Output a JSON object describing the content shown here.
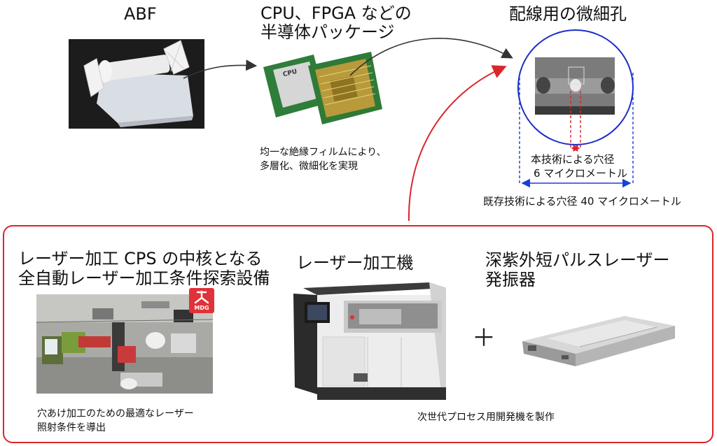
{
  "top": {
    "abf_title": "ABF",
    "package_title_line1": "CPU、FPGA などの",
    "package_title_line2": "半導体パッケージ",
    "hole_title": "配線用の微細孔",
    "cpu_caption_line1": "均一な絶縁フィルムにより、",
    "cpu_caption_line2": "多層化、微細化を実現",
    "chip_label": "CPU",
    "new_hole_line1": "本技術による穴径",
    "new_hole_line2": "6 マイクロメートル",
    "old_hole_label": "既存技術による穴径 40 マイクロメートル"
  },
  "bottom": {
    "equipment_title_line1": "レーザー加工 CPS の中核となる",
    "equipment_title_line2": "全自動レーザー加工条件探索設備",
    "badge_label": "MDG",
    "equipment_caption_line1": "穴あけ加工のための最適なレーザー",
    "equipment_caption_line2": "照射条件を導出",
    "machine_title": "レーザー加工機",
    "plus_sign": "＋",
    "laser_title_line1": "深紫外短パルスレーザー",
    "laser_title_line2": "発振器",
    "machine_caption": "次世代プロセス用開発機を製作"
  },
  "colors": {
    "frame_red": "#d9262c",
    "circle_blue": "#1a2bc8",
    "dim_blue": "#1a3fd6",
    "dark_arrow": "#333333"
  }
}
